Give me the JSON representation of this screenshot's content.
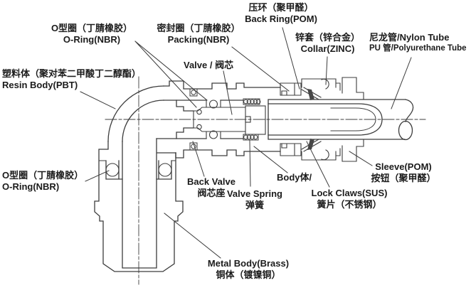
{
  "diagram_title": "Push-in elbow pneumatic fitting cross-section (part materials)",
  "colors": {
    "background": "#ffffff",
    "line": "#3c3c3c",
    "text": "#1b1b1b",
    "claw_fill": "#474747"
  },
  "labels": {
    "back_ring": {
      "zh": "压环（聚甲醛）",
      "en": "Back Ring(POM)"
    },
    "oring_top": {
      "zh": "O型圈（丁腈橡胶）",
      "en": "O-Ring(NBR)"
    },
    "packing": {
      "zh": "密封圈（丁腈橡胶）",
      "en": "Packing(NBR)"
    },
    "collar": {
      "zh": "锌套（锌合金）",
      "en": "Collar(ZINC)"
    },
    "tube": {
      "line1": "尼龙管/Nylon Tube",
      "line2": "PU 管/Polyurethane Tube"
    },
    "valve": {
      "text": "Valve / 阀芯"
    },
    "resin_body": {
      "zh": "塑料体（聚对苯二甲酸丁二醇酯）",
      "en": "Resin Body(PBT)"
    },
    "oring_left": {
      "zh": "O型圈（丁腈橡胶）",
      "en": "O-Ring(NBR)"
    },
    "back_valve": {
      "en": "Back Valve",
      "zh": "阀芯座"
    },
    "valve_spring": {
      "en": "Valve Spring",
      "zh": "弹簧"
    },
    "body": {
      "text": "Body体/"
    },
    "lock_claws": {
      "en": "Lock Claws(SUS)",
      "zh": "簧片（不锈钢）"
    },
    "sleeve": {
      "en": "Sleeve(POM)",
      "zh": "按钮（聚甲醛）"
    },
    "metal_body": {
      "en": "Metal Body(Brass)",
      "zh": "铜体（镀镍铜）"
    }
  }
}
